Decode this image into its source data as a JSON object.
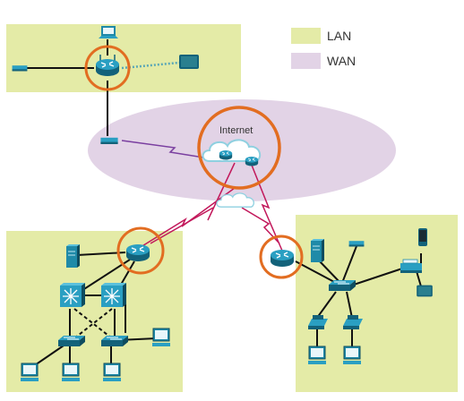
{
  "legend": {
    "lan_label": "LAN",
    "wan_label": "WAN",
    "lan_color": "#e4eba7",
    "wan_color": "#e2d3e6"
  },
  "internet_label": "Internet",
  "colors": {
    "highlight_ring": "#e26d21",
    "device_teal": "#1f8aa8",
    "serial_link": "#c2185b",
    "wan_link": "#7a3fa0",
    "wireless_link": "#5aa7b6"
  },
  "icons": [
    "router-icon",
    "switch-icon",
    "multilayer-switch-icon",
    "server-icon",
    "pc-icon",
    "ip-phone-icon",
    "laptop-icon",
    "tablet-icon",
    "printer-icon",
    "modem-icon",
    "wireless-router-icon",
    "cloud-icon"
  ]
}
